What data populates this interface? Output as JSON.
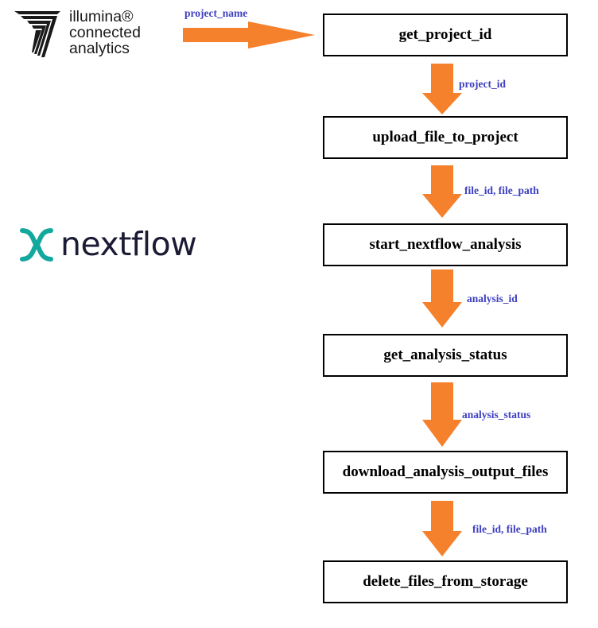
{
  "logos": {
    "illumina": "illumina®\nconnected\nanalytics",
    "nextflow": "nextflow"
  },
  "colors": {
    "arrow": "#f6812c",
    "label": "#3d3fc0",
    "illumina_text": "#1a1a1a",
    "nextflow_mark": "#13a89e",
    "nextflow_text": "#1b1b35"
  },
  "flow": {
    "input_label": "project_name",
    "steps": [
      "get_project_id",
      "upload_file_to_project",
      "start_nextflow_analysis",
      "get_analysis_status",
      "download_analysis_output_files",
      "delete_files_from_storage"
    ],
    "edge_labels": [
      "project_id",
      "file_id, file_path",
      "analysis_id",
      "analysis_status",
      "file_id, file_path"
    ]
  }
}
